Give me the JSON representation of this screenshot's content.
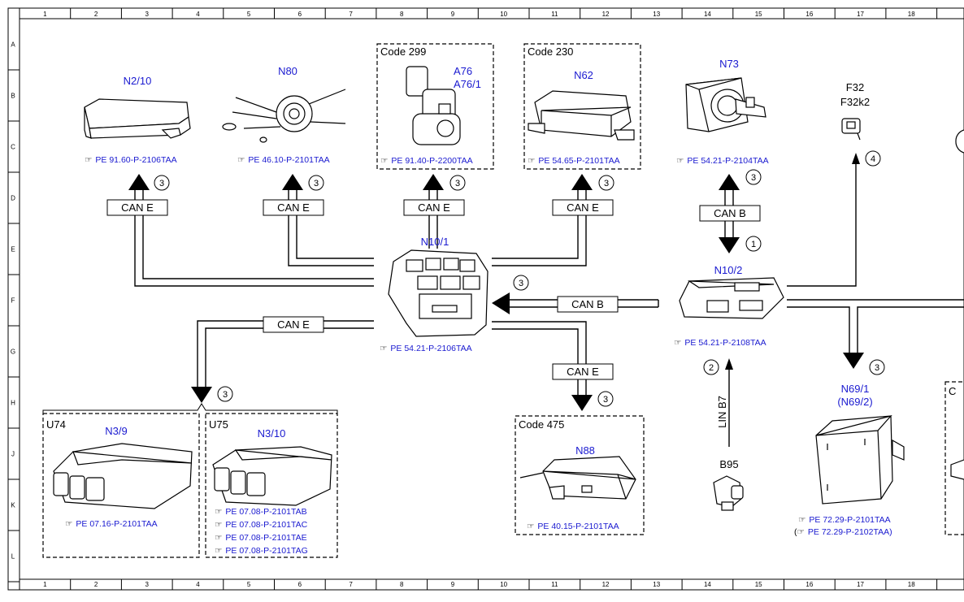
{
  "grid": {
    "columns": [
      "1",
      "2",
      "3",
      "4",
      "5",
      "6",
      "7",
      "8",
      "9",
      "10",
      "11",
      "12",
      "13",
      "14",
      "15",
      "16",
      "17",
      "18"
    ],
    "rows": [
      "A",
      "B",
      "C",
      "D",
      "E",
      "F",
      "G",
      "H",
      "J",
      "K",
      "L"
    ]
  },
  "hand_symbol": "☞",
  "components": {
    "n2_10": {
      "label": "N2/10",
      "ref": "PE 91.60-P-2106TAA"
    },
    "n80": {
      "label": "N80",
      "ref": "PE 46.10-P-2101TAA"
    },
    "a76": {
      "code": "Code 299",
      "label1": "A76",
      "label2": "A76/1",
      "ref": "PE 91.40-P-2200TAA"
    },
    "n62": {
      "code": "Code 230",
      "label": "N62",
      "ref": "PE 54.65-P-2101TAA"
    },
    "n73": {
      "label": "N73",
      "ref": "PE 54.21-P-2104TAA"
    },
    "f32": {
      "label1": "F32",
      "label2": "F32k2"
    },
    "n10_1": {
      "label": "N10/1",
      "ref": "PE 54.21-P-2106TAA"
    },
    "n10_2": {
      "label": "N10/2",
      "ref": "PE 54.21-P-2108TAA"
    },
    "n3_9": {
      "code": "U74",
      "label": "N3/9",
      "ref": "PE 07.16-P-2101TAA"
    },
    "n3_10": {
      "code": "U75",
      "label": "N3/10",
      "refs": [
        "PE 07.08-P-2101TAB",
        "PE 07.08-P-2101TAC",
        "PE 07.08-P-2101TAE",
        "PE 07.08-P-2101TAG"
      ]
    },
    "n88": {
      "code": "Code 475",
      "label": "N88",
      "ref": "PE 40.15-P-2101TAA"
    },
    "b95": {
      "label": "B95",
      "bus": "LIN B7"
    },
    "n69_1": {
      "label1": "N69/1",
      "label2": "(N69/2)",
      "ref1": "PE 72.29-P-2101TAA",
      "ref2": "PE 72.29-P-2102TAA)",
      "ref2_prefix": "("
    },
    "right_partial": {
      "code": "C"
    }
  },
  "buses": {
    "can_e": "CAN E",
    "can_b": "CAN B"
  },
  "notes": {
    "n1": "1",
    "n2": "2",
    "n3": "3",
    "n4": "4"
  }
}
